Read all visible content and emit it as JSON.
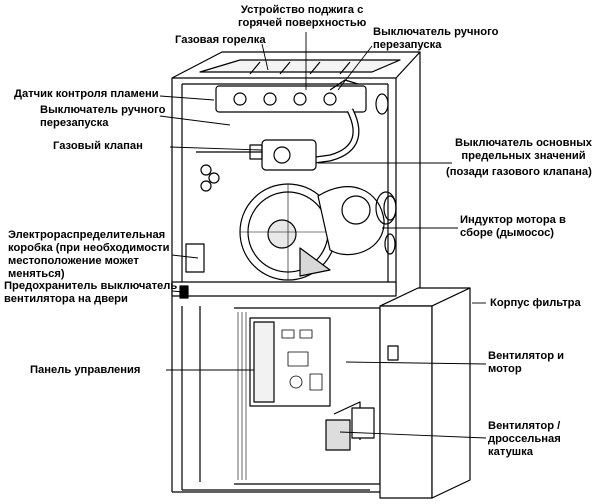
{
  "labels": {
    "igniter": [
      "Устройство поджига с",
      "горячей поверхностью"
    ],
    "gas_burner": "Газовая горелка",
    "manual_reset_top": [
      "Выключатель ручного",
      "перезапуска"
    ],
    "flame_sensor": "Датчик контроля пламени",
    "manual_reset_left": [
      "Выключатель ручного",
      "перезапуска"
    ],
    "gas_valve": "Газовый клапан",
    "limit_switch": [
      "Выключатель основных",
      "предельных значений"
    ],
    "limit_switch_note": "(позади газового клапана)",
    "inducer": [
      "Индуктор мотора в",
      "сборе (дымосос)"
    ],
    "junction_box": [
      "Электрораспределительная",
      "коробка (при необходимости",
      "местоположение может",
      "меняться)"
    ],
    "door_switch": [
      "Предохранитель выключатель",
      "вентилятора на двери"
    ],
    "filter_case": "Корпус фильтра",
    "control_panel": "Панель управления",
    "blower_motor": [
      "Вентилятор и",
      "мотор"
    ],
    "blower_choke": [
      "Вентилятор /",
      "дроссельная",
      "катушка"
    ]
  }
}
